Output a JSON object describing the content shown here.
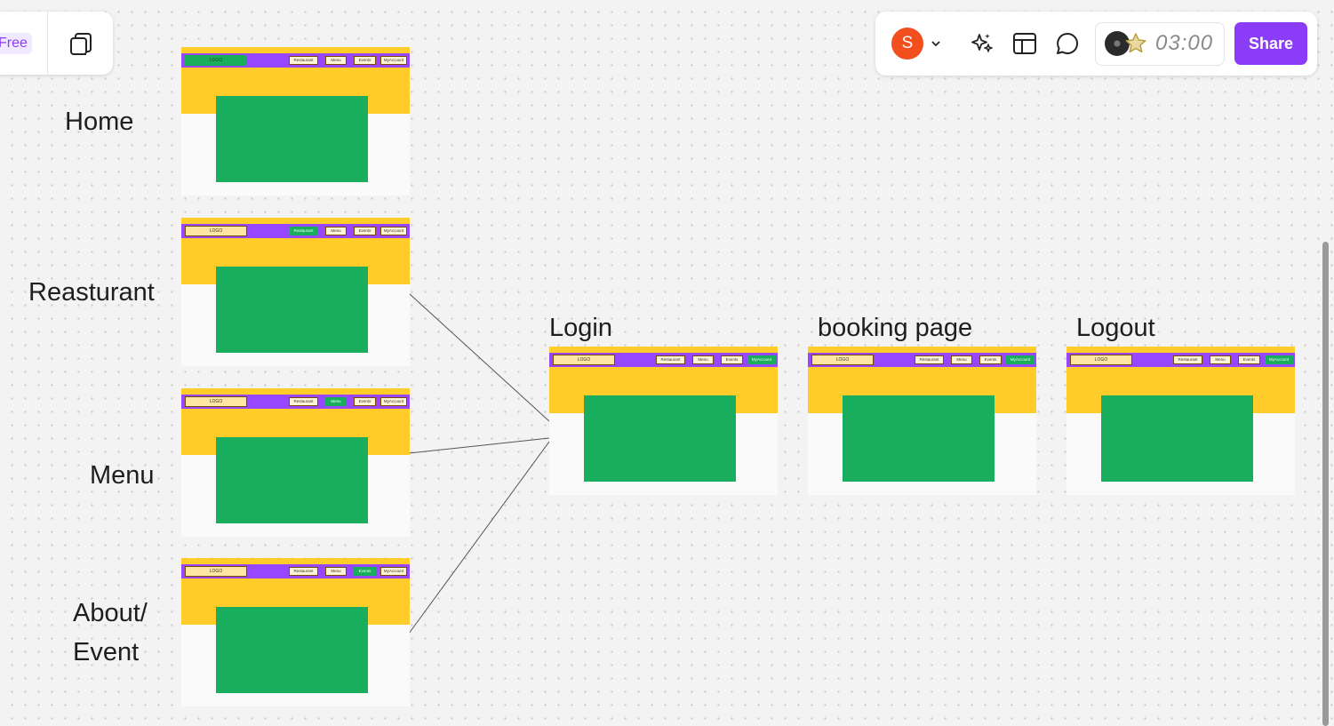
{
  "toolbar_left": {
    "plan_badge": "Free",
    "pages_icon": "pages-icon"
  },
  "toolbar_right": {
    "avatar_initial": "S",
    "avatar_color": "#f24e1e",
    "dropdown_icon": "chevron-down-icon",
    "ai_icon": "sparkles-icon",
    "layout_icon": "layout-icon",
    "comment_icon": "comment-icon",
    "timer_value": "03:00",
    "share_label": "Share",
    "accent_color": "#8b3cf6"
  },
  "wireframe": {
    "logo_label": "LOGO",
    "nav_items": [
      "Restaurant",
      "Menu",
      "Events",
      "MyAccount"
    ],
    "colors": {
      "nav": "#9747ff",
      "hero": "#ffcc29",
      "content": "#18ae5d",
      "active": "#19ae5c"
    }
  },
  "frames": [
    {
      "id": "home",
      "label": "Home",
      "active_nav": "logo"
    },
    {
      "id": "restaurant",
      "label": "Reasturant",
      "active_nav": "Restaurant"
    },
    {
      "id": "menu",
      "label": "Menu",
      "active_nav": "Menu"
    },
    {
      "id": "about",
      "label_line1": "About/",
      "label_line2": "Event",
      "active_nav": "Events"
    },
    {
      "id": "login",
      "label": "Login",
      "active_nav": "MyAccount"
    },
    {
      "id": "booking",
      "label": "booking page",
      "active_nav": "MyAccount"
    },
    {
      "id": "logout",
      "label": "Logout",
      "active_nav": "MyAccount"
    }
  ],
  "connections": [
    {
      "from": "restaurant",
      "to": "login"
    },
    {
      "from": "menu",
      "to": "login"
    },
    {
      "from": "about",
      "to": "login"
    }
  ]
}
